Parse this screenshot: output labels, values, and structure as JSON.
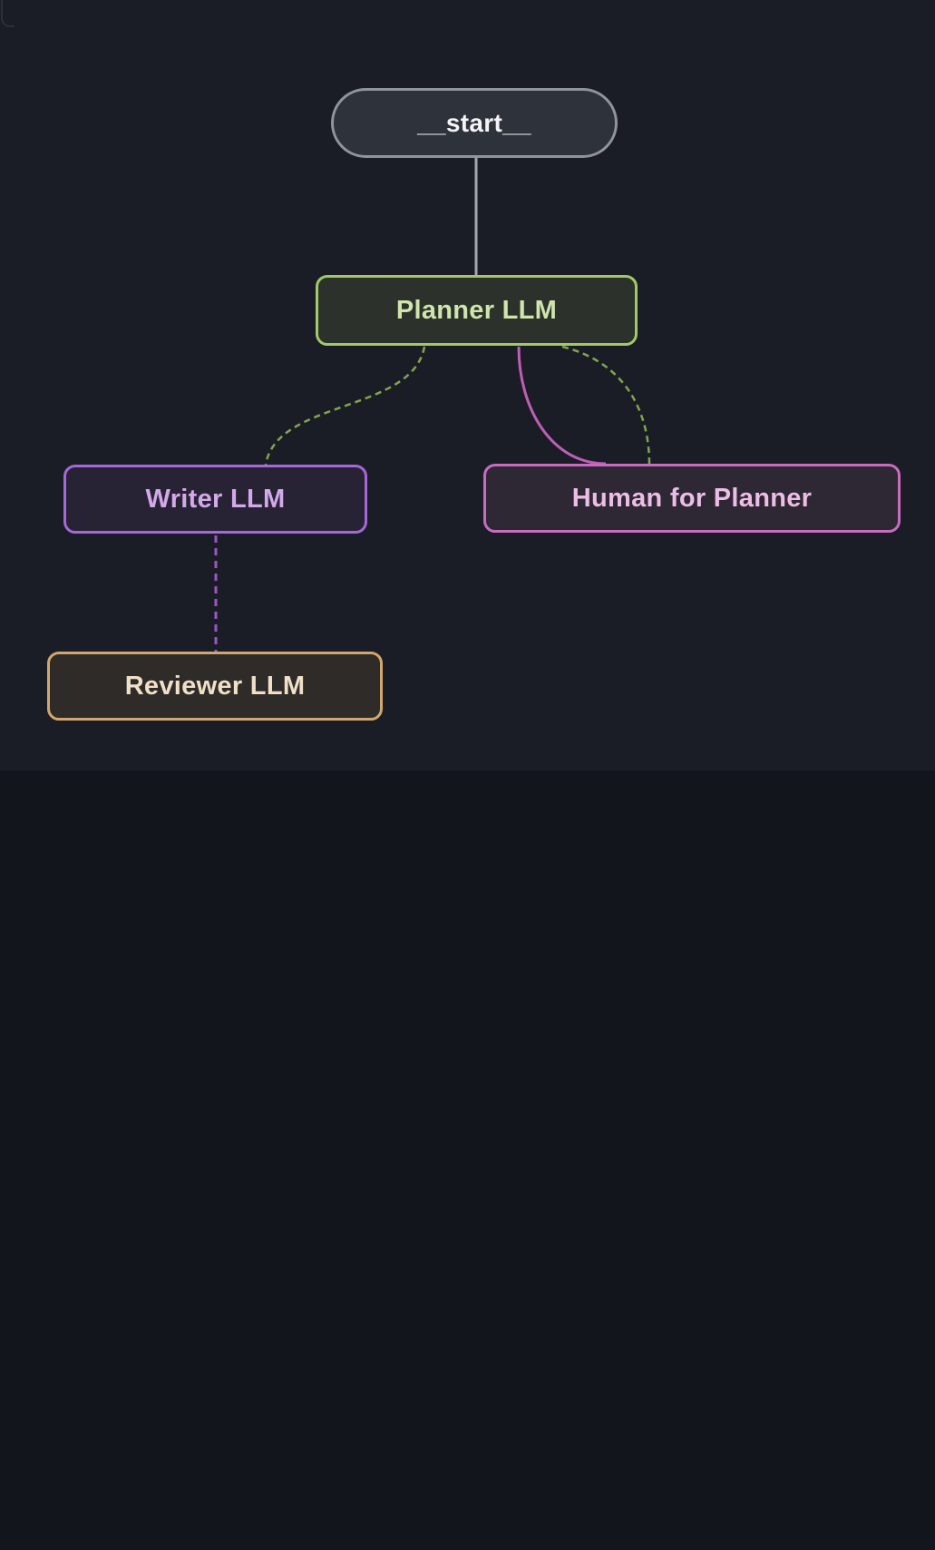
{
  "app": {
    "background_color": "#1a1d26",
    "bottom_strip_color": "#14161c"
  },
  "graph": {
    "nodes": [
      {
        "id": "__start__",
        "label": "__start__",
        "shape": "pill",
        "border_color": "#90949c",
        "fill_color": "#2e323a",
        "text_color": "#f3f4f6"
      },
      {
        "id": "planner_llm",
        "label": "Planner LLM",
        "shape": "rounded-rect",
        "border_color": "#a2c968",
        "fill_color": "#2c322b",
        "text_color": "#d0e4ac"
      },
      {
        "id": "writer_llm",
        "label": "Writer LLM",
        "shape": "rounded-rect",
        "border_color": "#a667d7",
        "fill_color": "#272334",
        "text_color": "#d3a9e9"
      },
      {
        "id": "human_for_planner",
        "label": "Human for Planner",
        "shape": "rounded-rect",
        "border_color": "#c96cc1",
        "fill_color": "#2d2834",
        "text_color": "#eebde6"
      },
      {
        "id": "reviewer_llm",
        "label": "Reviewer LLM",
        "shape": "rounded-rect",
        "border_color": "#d2a76d",
        "fill_color": "#2e2b28",
        "text_color": "#efe0c7"
      }
    ],
    "edges": [
      {
        "from": "__start__",
        "to": "planner_llm",
        "style": "solid",
        "color": "#a4a7ad"
      },
      {
        "from": "planner_llm",
        "to": "writer_llm",
        "style": "dashed",
        "color": "#85a44c"
      },
      {
        "from": "planner_llm",
        "to": "human_for_planner",
        "style": "solid",
        "color": "#bf5eb7"
      },
      {
        "from": "human_for_planner",
        "to": "planner_llm",
        "style": "dashed",
        "color": "#85a44c"
      },
      {
        "from": "writer_llm",
        "to": "reviewer_llm",
        "style": "dashed",
        "color": "#9a57c6"
      }
    ]
  }
}
